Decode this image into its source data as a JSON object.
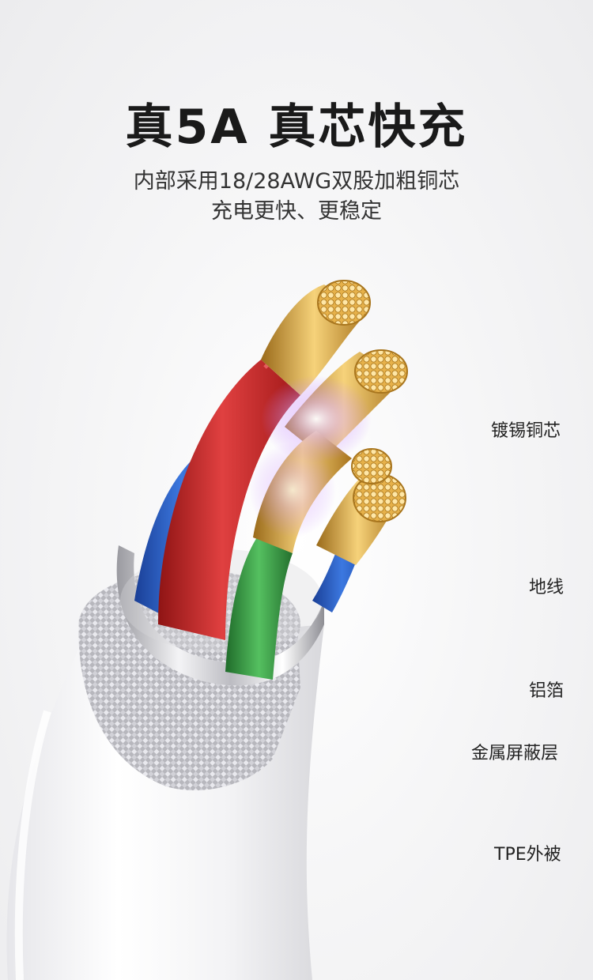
{
  "header": {
    "title": "真5A 真芯快充",
    "subtitle_line1": "内部采用18/28AWG双股加粗铜芯",
    "subtitle_line2": "充电更快、更稳定"
  },
  "callouts": [
    {
      "label": "镀锡铜芯"
    },
    {
      "label": "地线"
    },
    {
      "label": "铝箔"
    },
    {
      "label": "金属屏蔽层"
    },
    {
      "label": "TPE外被"
    }
  ],
  "colors": {
    "wire_red": "#d42a2a",
    "wire_blue": "#2f66d0",
    "wire_green": "#3aa84a",
    "copper": "#e2b24a",
    "leader_line_start": "#3fd0e0",
    "leader_line_end": "#7a5ac8"
  }
}
